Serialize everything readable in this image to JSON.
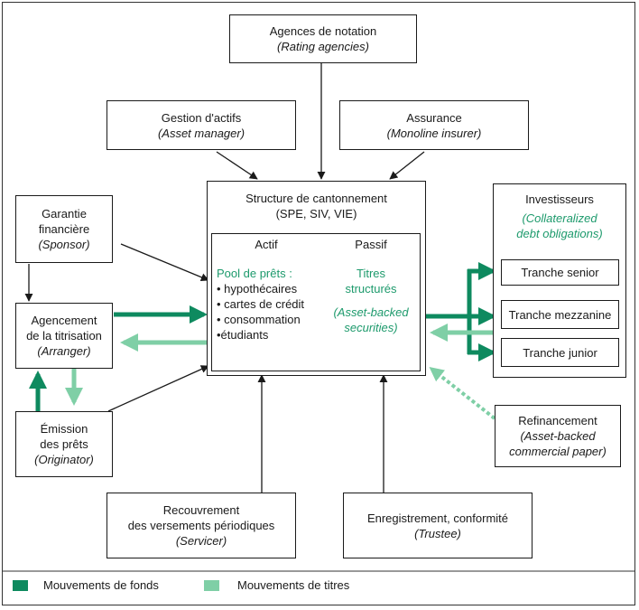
{
  "rating": {
    "title": "Agences de notation",
    "subtitle": "(Rating agencies)"
  },
  "asset_manager": {
    "title": "Gestion d'actifs",
    "subtitle": "(Asset manager)"
  },
  "insurance": {
    "title": "Assurance",
    "subtitle": "(Monoline insurer)"
  },
  "sponsor": {
    "line1": "Garantie",
    "line2": "financière",
    "subtitle": "(Sponsor)"
  },
  "arranger": {
    "line1": "Agencement",
    "line2": "de la titrisation",
    "subtitle": "(Arranger)"
  },
  "originator": {
    "line1": "Émission",
    "line2": "des prêts",
    "subtitle": "(Originator)"
  },
  "structure": {
    "line1": "Structure de cantonnement",
    "line2": "(SPE, SIV, VIE)",
    "actif_header": "Actif",
    "passif_header": "Passif",
    "pool_title": "Pool de prêts :",
    "pool_items": [
      "• hypothécaires",
      "• cartes de crédit",
      "• consommation",
      "•étudiants"
    ],
    "titres_line1": "Titres",
    "titres_line2": "structurés",
    "titres_sub1": "(Asset-backed",
    "titres_sub2": "securities)"
  },
  "investors": {
    "title": "Investisseurs",
    "sub1": "(Collateralized",
    "sub2": "debt obligations)",
    "tranches": [
      "Tranche senior",
      "Tranche mezzanine",
      "Tranche junior"
    ]
  },
  "refinancing": {
    "title": "Refinancement",
    "sub1": "(Asset-backed",
    "sub2": "commercial paper)"
  },
  "servicer": {
    "line1": "Recouvrement",
    "line2": "des versements périodiques",
    "subtitle": "(Servicer)"
  },
  "trustee": {
    "title": "Enregistrement, conformité",
    "subtitle": "(Trustee)"
  },
  "legend": {
    "funds_label": "Mouvements de fonds",
    "securities_label": "Mouvements de titres",
    "funds_color": "#0e8a5f",
    "securities_color": "#7fcfa6"
  }
}
